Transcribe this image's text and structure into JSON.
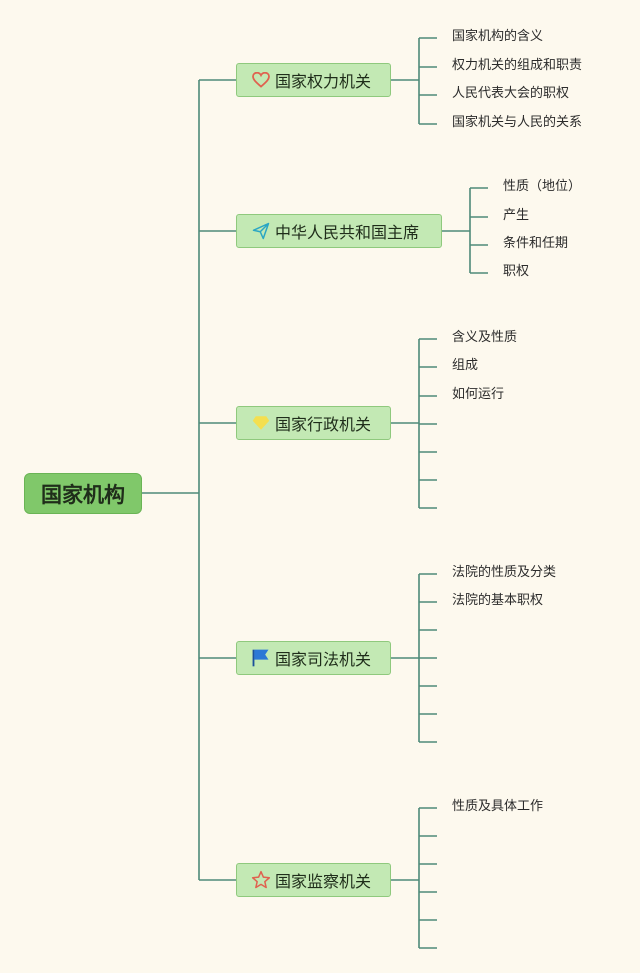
{
  "root": {
    "label": "国家机构"
  },
  "branches": [
    {
      "label": "国家权力机关",
      "icon": "heart-icon",
      "leaves": [
        "国家机构的含义",
        "权力机关的组成和职责",
        "人民代表大会的职权",
        "国家机关与人民的关系"
      ]
    },
    {
      "label": "中华人民共和国主席",
      "icon": "paper-plane-icon",
      "leaves": [
        "性质（地位）",
        "产生",
        "条件和任期",
        "职权"
      ]
    },
    {
      "label": "国家行政机关",
      "icon": "gem-icon",
      "leaves": [
        "含义及性质",
        "组成",
        "如何运行",
        "",
        "",
        "",
        ""
      ]
    },
    {
      "label": "国家司法机关",
      "icon": "flag-icon",
      "leaves": [
        "法院的性质及分类",
        "法院的基本职权",
        "",
        "",
        "",
        "",
        ""
      ]
    },
    {
      "label": "国家监察机关",
      "icon": "star-icon",
      "leaves": [
        "性质及具体工作",
        "",
        "",
        "",
        "",
        ""
      ]
    }
  ],
  "colors": {
    "background": "#fdf9ee",
    "connector": "#4e8a78",
    "root_fill": "#80c86a",
    "branch_fill": "#c3e9b4",
    "heart": "#e0614f",
    "plane": "#2aa6c4",
    "gem": "#f4df4f",
    "flag": "#2c78d6",
    "star": "#e0614f"
  }
}
